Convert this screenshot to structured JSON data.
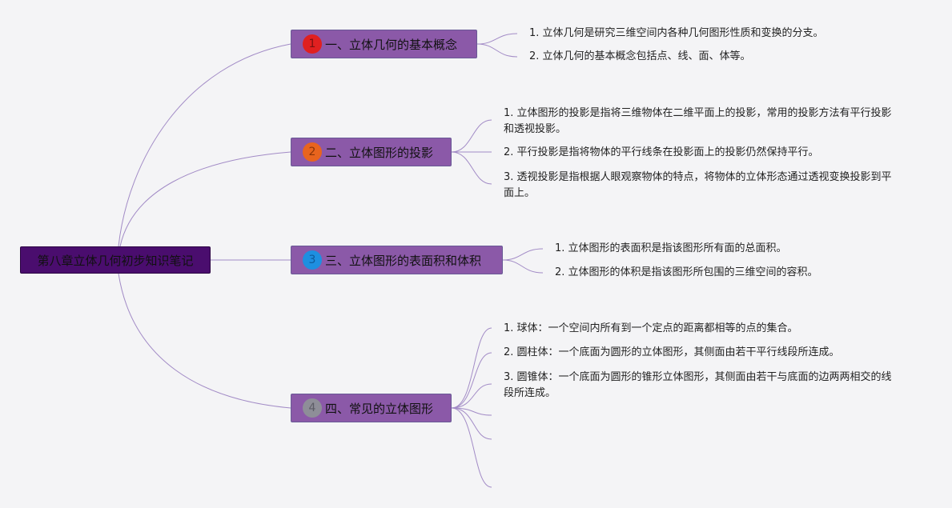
{
  "root": {
    "label": "第八章立体几何初步知识笔记"
  },
  "colors": {
    "root_fill": "#4a0d6e",
    "topic_fill": "#8b59a8",
    "line": "#a28bc6",
    "badge_1": "#e02020",
    "badge_2": "#e8641e",
    "badge_3": "#1e8fe0",
    "badge_4": "#8e8e98"
  },
  "topics": [
    {
      "badge": "1",
      "label": "一、立体几何的基本概念",
      "items": [
        "1. 立体几何是研究三维空间内各种几何图形性质和变换的分支。",
        "2. 立体几何的基本概念包括点、线、面、体等。"
      ]
    },
    {
      "badge": "2",
      "label": "二、立体图形的投影",
      "items": [
        "1. 立体图形的投影是指将三维物体在二维平面上的投影，常用的投影方法有平行投影和透视投影。",
        "2. 平行投影是指将物体的平行线条在投影面上的投影仍然保持平行。",
        "3. 透视投影是指根据人眼观察物体的特点，将物体的立体形态通过透视变换投影到平面上。"
      ]
    },
    {
      "badge": "3",
      "label": "三、立体图形的表面积和体积",
      "items": [
        "1. 立体图形的表面积是指该图形所有面的总面积。",
        "2. 立体图形的体积是指该图形所包围的三维空间的容积。"
      ]
    },
    {
      "badge": "4",
      "label": "四、常见的立体图形",
      "items": [
        "1. 球体：一个空间内所有到一个定点的距离都相等的点的集合。",
        "2. 圆柱体：一个底面为圆形的立体图形，其侧面由若干平行线段所连成。",
        "3. 圆锥体：一个底面为圆形的锥形立体图形，其侧面由若干与底面的边两两相交的线段所连成。",
        "",
        "",
        ""
      ]
    }
  ]
}
